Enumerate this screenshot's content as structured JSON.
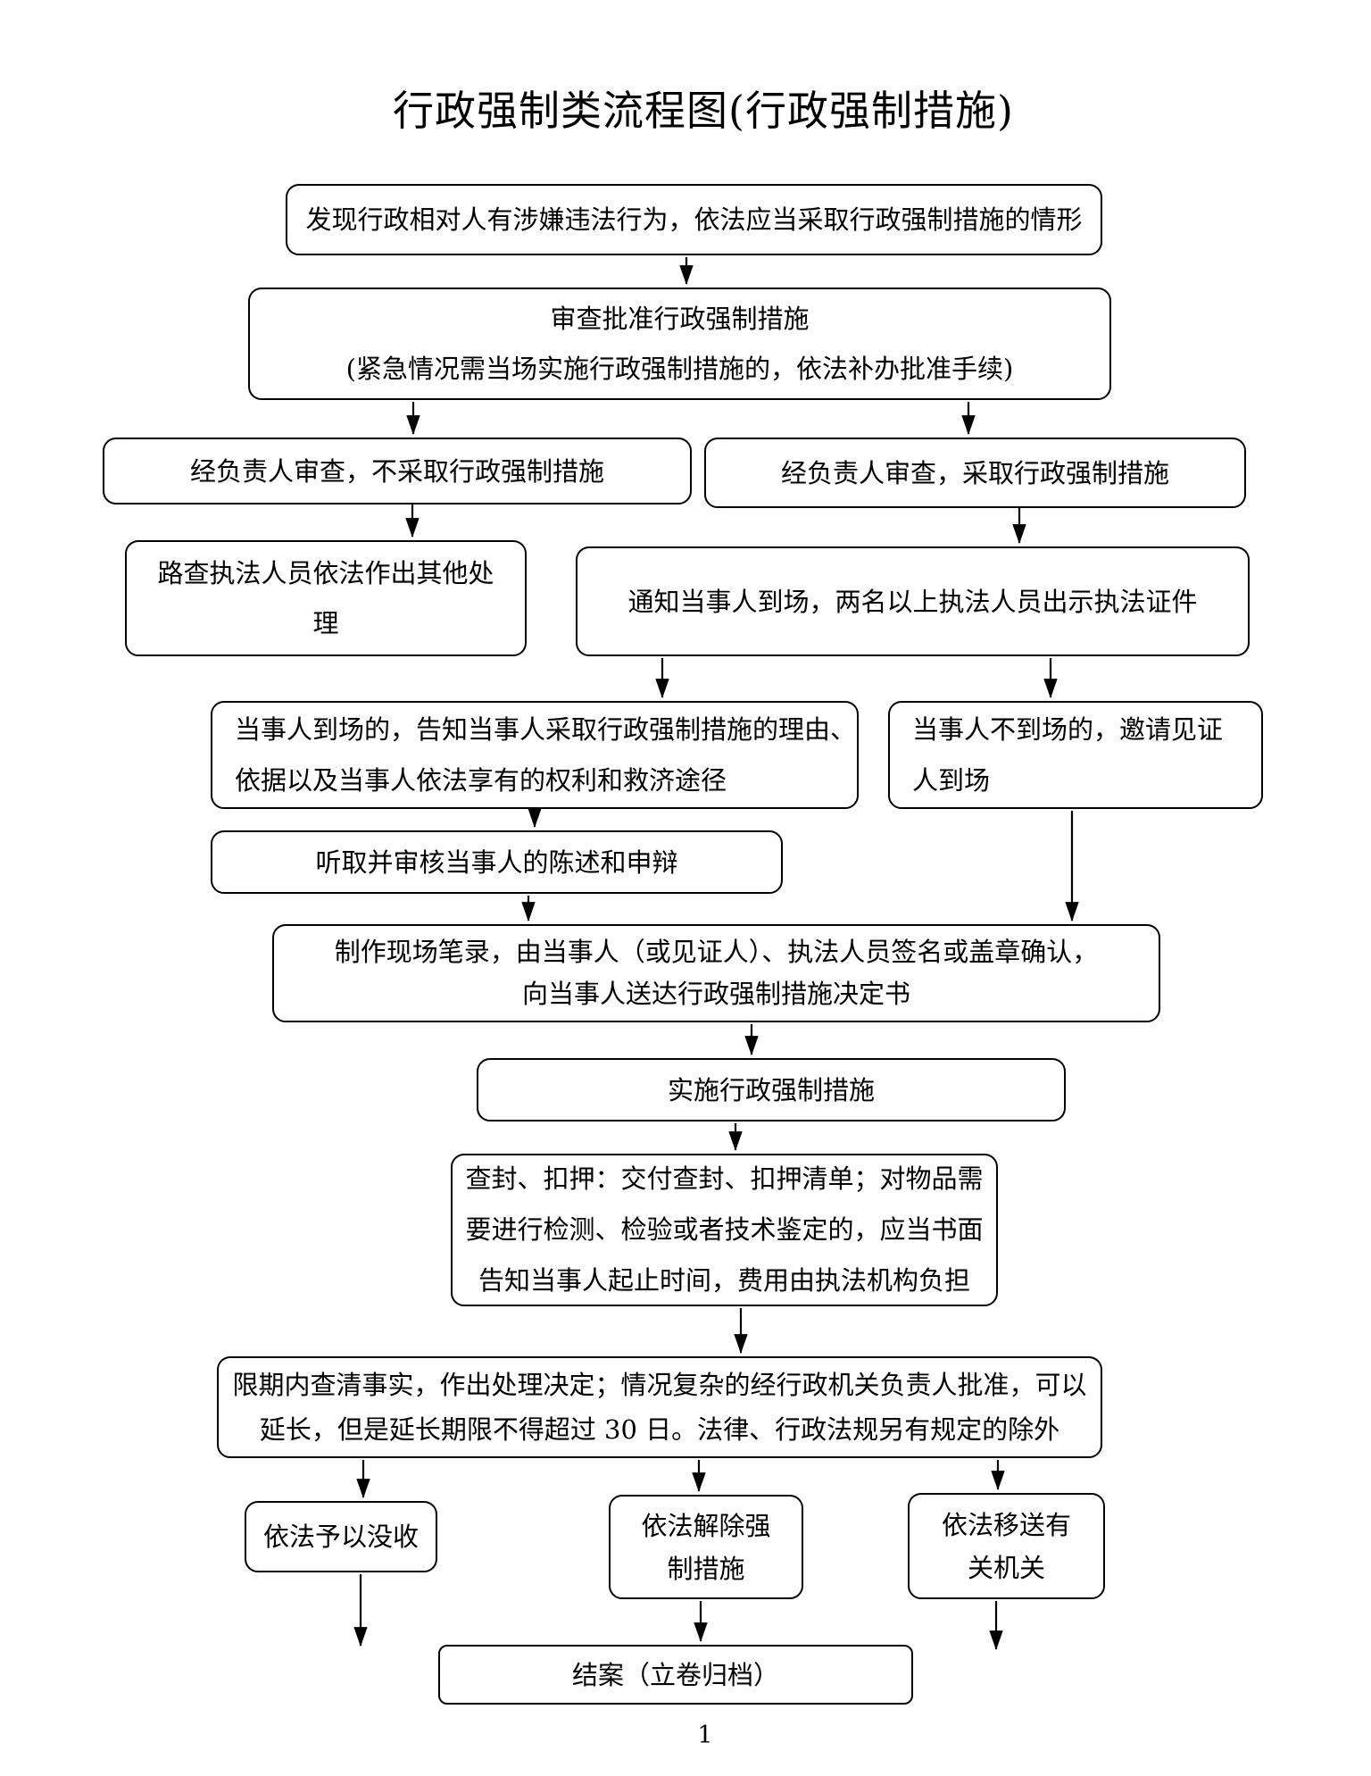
{
  "page": {
    "title": "行政强制类流程图(行政强制措施)",
    "page_number": "1"
  },
  "colors": {
    "ink": "#000000",
    "paper": "#ffffff"
  },
  "nodes": {
    "start": {
      "lines": [
        "发现行政相对人有涉嫌违法行为，依法应当采取行政强制措施的情形"
      ]
    },
    "review_approve": {
      "lines": [
        "审查批准行政强制措施",
        "(紧急情况需当场实施行政强制措施的，依法补办批准手续)"
      ]
    },
    "no_measures": {
      "lines": [
        "经负责人审查，不采取行政强制措施"
      ]
    },
    "take_measures": {
      "lines": [
        "经负责人审查，采取行政强制措施"
      ]
    },
    "other_handling": {
      "lines": [
        "路查执法人员依法作出其他处",
        "理"
      ]
    },
    "notify_party": {
      "lines": [
        "通知当事人到场，两名以上执法人员出示执法证件"
      ]
    },
    "party_present": {
      "lines": [
        "当事人到场的，告知当事人采取行政强制措施的理由、",
        "依据以及当事人依法享有的权利和救济途径"
      ]
    },
    "party_absent": {
      "lines": [
        "当事人不到场的，邀请见证",
        "人到场"
      ]
    },
    "hear_statement": {
      "lines": [
        "听取并审核当事人的陈述和申辩"
      ]
    },
    "make_record": {
      "lines": [
        "制作现场笔录，由当事人（或见证人）、执法人员签名或盖章确认，",
        "向当事人送达行政强制措施决定书"
      ]
    },
    "implement": {
      "lines": [
        "实施行政强制措施"
      ]
    },
    "seal_seize": {
      "lines": [
        "查封、扣押：交付查封、扣押清单；对物品需",
        "要进行检测、检验或者技术鉴定的，应当书面",
        "告知当事人起止时间，费用由执法机构负担"
      ]
    },
    "time_limit": {
      "lines": [
        "限期内查清事实，作出处理决定；情况复杂的经行政机关负责人批准，可以",
        "延长，但是延长期限不得超过 30 日。法律、行政法规另有规定的除外"
      ]
    },
    "confiscate": {
      "lines": [
        "依法予以没收"
      ]
    },
    "lift_measures": {
      "lines": [
        "依法解除强",
        "制措施"
      ]
    },
    "transfer": {
      "lines": [
        "依法移送有",
        "关机关"
      ]
    },
    "close_case": {
      "lines": [
        "结案（立卷归档）"
      ]
    }
  }
}
